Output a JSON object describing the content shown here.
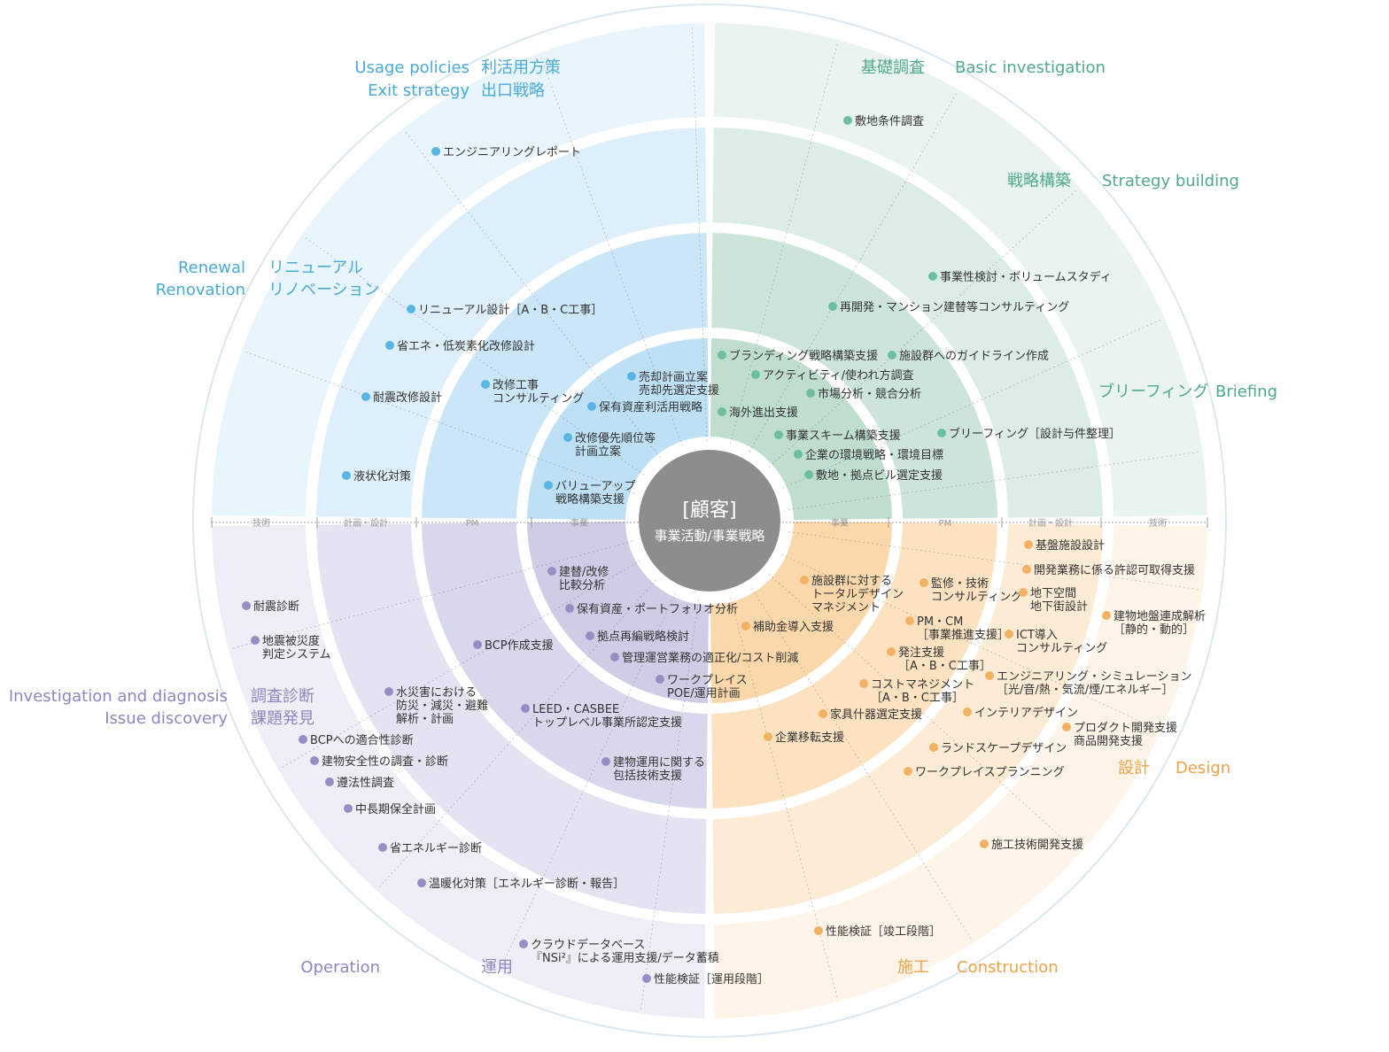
{
  "center": {
    "title": "[顧客]",
    "subtitle": "事業活動/事業戦略"
  },
  "axis_labels": [
    "技術",
    "計画・設計",
    "PM",
    "事業",
    "事業",
    "PM",
    "計画・設計",
    "技術"
  ],
  "colors": {
    "blue": "#5ab4e4",
    "blue_text": "#4aaad8",
    "green": "#6dbf9f",
    "green_text": "#4fa98a",
    "purple": "#9490c6",
    "purple_text": "#8a88c0",
    "orange": "#f3b164",
    "orange_text": "#eea24a",
    "center": "#8d8d8d"
  },
  "phases": [
    {
      "jp": "利活用方策",
      "jp2": "出口戦略",
      "en": "Usage policies",
      "en2": "Exit strategy",
      "color": "blue"
    },
    {
      "jp": "リニューアル",
      "jp2": "リノベーション",
      "en": "Renewal",
      "en2": "Renovation",
      "color": "blue"
    },
    {
      "jp": "基礎調査",
      "en": "Basic investigation",
      "color": "green"
    },
    {
      "jp": "戦略構築",
      "en": "Strategy building",
      "color": "green"
    },
    {
      "jp": "ブリーフィング",
      "en": "Briefing",
      "color": "green"
    },
    {
      "jp": "設計",
      "en": "Design",
      "color": "orange"
    },
    {
      "jp": "施工",
      "en": "Construction",
      "color": "orange"
    },
    {
      "jp": "運用",
      "en": "Operation",
      "color": "purple"
    },
    {
      "jp": "調査診断",
      "jp2": "課題発見",
      "en": "Investigation and diagnosis",
      "en2": "Issue discovery",
      "color": "purple"
    }
  ],
  "items": {
    "blue": [
      {
        "lines": [
          "エンジニアリングレポート"
        ]
      },
      {
        "lines": [
          "リニューアル設計［A・B・C工事］"
        ]
      },
      {
        "lines": [
          "省エネ・低炭素化改修設計"
        ]
      },
      {
        "lines": [
          "耐震改修設計"
        ]
      },
      {
        "lines": [
          "液状化対策"
        ]
      },
      {
        "lines": [
          "改修工事",
          "コンサルティング"
        ]
      },
      {
        "lines": [
          "売却計画立案",
          "売却先選定支援"
        ]
      },
      {
        "lines": [
          "保有資産利活用戦略"
        ]
      },
      {
        "lines": [
          "改修優先順位等",
          "計画立案"
        ]
      },
      {
        "lines": [
          "バリューアップ",
          "戦略構築支援"
        ]
      }
    ],
    "green": [
      {
        "lines": [
          "敷地条件調査"
        ]
      },
      {
        "lines": [
          "事業性検討・ボリュームスタディ"
        ]
      },
      {
        "lines": [
          "再開発・マンション建替等コンサルティング"
        ]
      },
      {
        "lines": [
          "ブランディング戦略構築支援"
        ]
      },
      {
        "lines": [
          "施設群へのガイドライン作成"
        ]
      },
      {
        "lines": [
          "アクティビティ/使われ方調査"
        ]
      },
      {
        "lines": [
          "市場分析・競合分析"
        ]
      },
      {
        "lines": [
          "海外進出支援"
        ]
      },
      {
        "lines": [
          "事業スキーム構築支援"
        ]
      },
      {
        "lines": [
          "ブリーフィング［設計与件整理］"
        ]
      },
      {
        "lines": [
          "企業の環境戦略・環境目標"
        ]
      },
      {
        "lines": [
          "敷地・拠点ビル選定支援"
        ]
      }
    ],
    "orange": [
      {
        "lines": [
          "基盤施設設計"
        ]
      },
      {
        "lines": [
          "開発業務に係る許認可取得支援"
        ]
      },
      {
        "lines": [
          "施設群に対する",
          "トータルデザイン",
          "マネジメント"
        ]
      },
      {
        "lines": [
          "監修・技術",
          "コンサルティング"
        ]
      },
      {
        "lines": [
          "地下空間",
          "地下街設計"
        ]
      },
      {
        "lines": [
          "建物地盤連成解析",
          "［静的・動的］"
        ]
      },
      {
        "lines": [
          "補助金導入支援"
        ]
      },
      {
        "lines": [
          "PM・CM",
          "［事業推進支援］"
        ]
      },
      {
        "lines": [
          "ICT導入",
          "コンサルティング"
        ]
      },
      {
        "lines": [
          "発注支援",
          "［A・B・C工事］"
        ]
      },
      {
        "lines": [
          "コストマネジメント",
          "［A・B・C工事］"
        ]
      },
      {
        "lines": [
          "エンジニアリング・シミュレーション",
          "［光/音/熱・気流/煙/エネルギー］"
        ]
      },
      {
        "lines": [
          "家具什器選定支援"
        ]
      },
      {
        "lines": [
          "インテリアデザイン"
        ]
      },
      {
        "lines": [
          "プロダクト開発支援",
          "商品開発支援"
        ]
      },
      {
        "lines": [
          "企業移転支援"
        ]
      },
      {
        "lines": [
          "ランドスケープデザイン"
        ]
      },
      {
        "lines": [
          "ワークプレイスプランニング"
        ]
      },
      {
        "lines": [
          "施工技術開発支援"
        ]
      },
      {
        "lines": [
          "性能検証［竣工段階］"
        ]
      }
    ],
    "purple": [
      {
        "lines": [
          "建替/改修",
          "比較分析"
        ]
      },
      {
        "lines": [
          "保有資産・ポートフォリオ分析"
        ]
      },
      {
        "lines": [
          "拠点再編戦略検討"
        ]
      },
      {
        "lines": [
          "管理運営業務の適正化/コスト削減"
        ]
      },
      {
        "lines": [
          "BCP作成支援"
        ]
      },
      {
        "lines": [
          "ワークプレイス",
          "POE/運用計画"
        ]
      },
      {
        "lines": [
          "耐震診断"
        ]
      },
      {
        "lines": [
          "地震被災度",
          "判定システム"
        ]
      },
      {
        "lines": [
          "水災害における",
          "防災・減災・避難",
          "解析・計画"
        ]
      },
      {
        "lines": [
          "LEED・CASBEE",
          "トップレベル事業所認定支援"
        ]
      },
      {
        "lines": [
          "BCPへの適合性診断"
        ]
      },
      {
        "lines": [
          "建物安全性の調査・診断"
        ]
      },
      {
        "lines": [
          "遵法性調査"
        ]
      },
      {
        "lines": [
          "建物運用に関する",
          "包括技術支援"
        ]
      },
      {
        "lines": [
          "中長期保全計画"
        ]
      },
      {
        "lines": [
          "省エネルギー診断"
        ]
      },
      {
        "lines": [
          "温暖化対策［エネルギー診断・報告］"
        ]
      },
      {
        "lines": [
          "クラウドデータベース",
          "『NSi²』による運用支援/データ蓄積"
        ]
      },
      {
        "lines": [
          "性能検証［運用段階］"
        ]
      }
    ]
  }
}
